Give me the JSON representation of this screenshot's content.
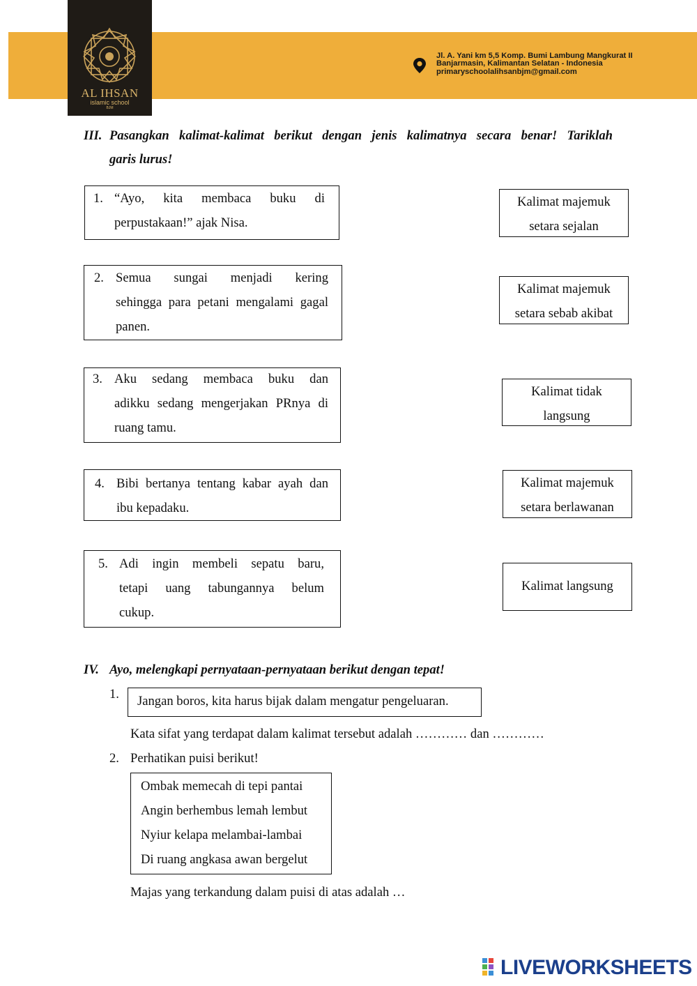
{
  "header": {
    "school_name": "AL IHSAN",
    "school_sub": "islamic school",
    "school_mini": "BJM",
    "address_lines": [
      "Jl. A. Yani km 5,5 Komp. Bumi Lambung Mangkurat II",
      "Banjarmasin, Kalimantan Selatan - Indonesia",
      "primaryschoolalihsanbjm@gmail.com"
    ],
    "brand_color": "#EFAE3A"
  },
  "section3": {
    "roman": "III.",
    "instruction_line1": "Pasangkan kalimat-kalimat berikut dengan jenis kalimatnya secara benar! Tariklah",
    "instruction_line2": "garis lurus!",
    "left_items": [
      {
        "num": "1.",
        "lines": [
          "“Ayo, kita membaca buku di",
          "perpustakaan!” ajak Nisa."
        ]
      },
      {
        "num": "2.",
        "lines": [
          "Semua sungai menjadi kering",
          "sehingga para petani mengalami gagal",
          "panen."
        ]
      },
      {
        "num": "3.",
        "lines": [
          "Aku sedang membaca buku dan",
          "adikku sedang mengerjakan PRnya di",
          "ruang tamu."
        ]
      },
      {
        "num": "4.",
        "lines": [
          "Bibi bertanya tentang kabar ayah dan",
          "ibu kepadaku."
        ]
      },
      {
        "num": "5.",
        "lines": [
          "Adi ingin membeli sepatu baru,",
          "tetapi uang tabungannya belum",
          "cukup."
        ]
      }
    ],
    "right_items": [
      {
        "lines": [
          "Kalimat majemuk",
          "setara sejalan"
        ]
      },
      {
        "lines": [
          "Kalimat majemuk",
          "setara sebab akibat"
        ]
      },
      {
        "lines": [
          "Kalimat tidak",
          "langsung"
        ]
      },
      {
        "lines": [
          "Kalimat majemuk",
          "setara berlawanan"
        ]
      },
      {
        "lines": [
          "Kalimat langsung"
        ]
      }
    ]
  },
  "section4": {
    "roman": "IV.",
    "instruction": "Ayo, melengkapi pernyataan-pernyataan berikut dengan tepat!",
    "q1_num": "1.",
    "q1_box": "Jangan boros, kita harus bijak dalam mengatur pengeluaran.",
    "q1_question": "Kata sifat yang terdapat dalam kalimat tersebut adalah ………… dan …………",
    "q2_num": "2.",
    "q2_intro": "Perhatikan puisi berikut!",
    "poem": [
      "Ombak memecah di tepi pantai",
      "Angin berhembus lemah lembut",
      "Nyiur kelapa melambai-lambai",
      "Di ruang angkasa awan bergelut"
    ],
    "q2_question": "Majas yang terkandung dalam puisi di atas adalah …"
  },
  "footer": {
    "brand": "LIVEWORKSHEETS"
  }
}
